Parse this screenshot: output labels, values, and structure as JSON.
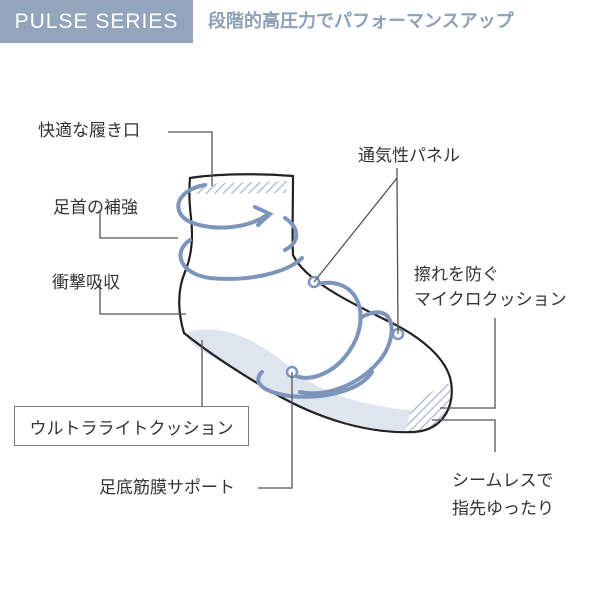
{
  "header": {
    "series": "PULSE SERIES",
    "tagline": "段階的高圧力でパフォーマンスアップ"
  },
  "labels": {
    "comfortable_opening": "快適な履き口",
    "ankle_support": "足首の補強",
    "shock_absorption": "衝撃吸収",
    "ventilation_panel": "通気性パネル",
    "anti_friction_1": "擦れを防ぐ",
    "anti_friction_2": "マイクロクッション",
    "ultralight_cushion": "ウルトラライトクッション",
    "plantar_support": "足底筋膜サポート",
    "seamless_1": "シームレスで",
    "seamless_2": "指先ゆったり"
  },
  "colors": {
    "badge_bg": "#93a4bd",
    "accent_blue": "#7e95bb",
    "cushion_tint": "#dfe5ee",
    "line_gray": "#555555",
    "text": "#333333"
  }
}
